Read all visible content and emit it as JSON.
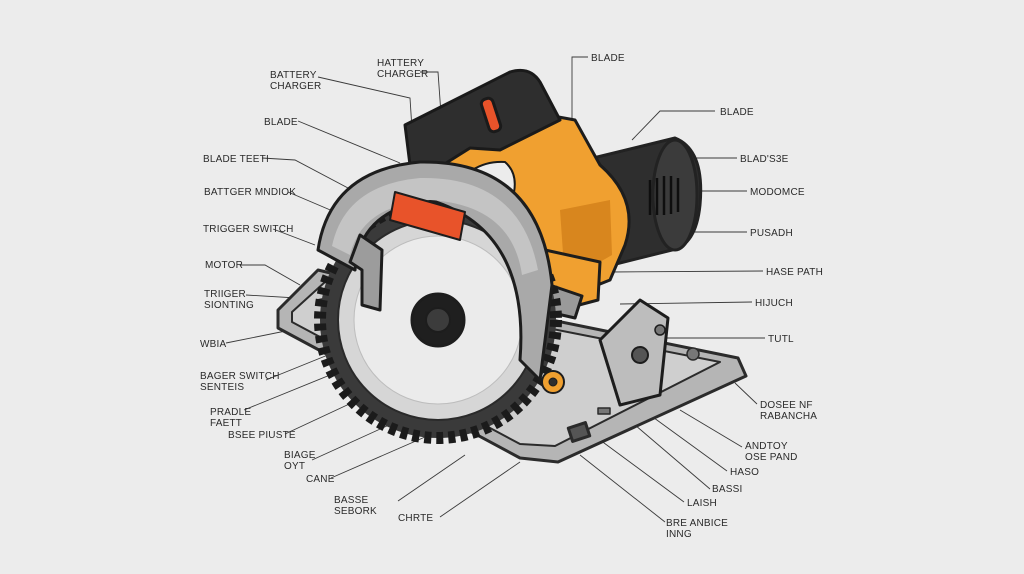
{
  "colors": {
    "background": "#ececec",
    "accent_orange": "#f0a030",
    "red_patch": "#e8532a",
    "body_dark": "#2e2e2e",
    "guard_gray": "#a9a9a9",
    "blade_black": "#3a3a3a"
  },
  "left_labels": [
    {
      "text": "BATTERY\nCHARGER"
    },
    {
      "text": "BLADE"
    },
    {
      "text": "BLADE TEETI"
    },
    {
      "text": "BATTGER MNDIOK"
    },
    {
      "text": "TRIGGER SWITCH"
    },
    {
      "text": "MOTOR"
    },
    {
      "text": "TRIIGER\nSIONTING"
    },
    {
      "text": "WBIA"
    },
    {
      "text": "BAGER SWITCH\nSENTEIS"
    },
    {
      "text": "PRADLE\nFAETT"
    },
    {
      "text": "BSEE PIUSTE"
    },
    {
      "text": "BIAGE\nOYT"
    },
    {
      "text": "CANE"
    },
    {
      "text": "BASSE\nSEBORK"
    },
    {
      "text": "CHRTE"
    }
  ],
  "top_labels": [
    {
      "text": "HATTERY\nCHARGER"
    },
    {
      "text": "BLADE"
    }
  ],
  "right_labels": [
    {
      "text": "BLADE"
    },
    {
      "text": "BLAD'S3E"
    },
    {
      "text": "MODOMCE"
    },
    {
      "text": "PUSADH"
    },
    {
      "text": "HASE PATH"
    },
    {
      "text": "HIJUCH"
    },
    {
      "text": "TUTL"
    },
    {
      "text": "DOSEE NF\nRABANCHA"
    },
    {
      "text": "ANDTOY\nOSE PAND"
    },
    {
      "text": "HASO"
    },
    {
      "text": "BASSI"
    },
    {
      "text": "LAISH"
    },
    {
      "text": "BRE ANBICE\nINNG"
    }
  ]
}
